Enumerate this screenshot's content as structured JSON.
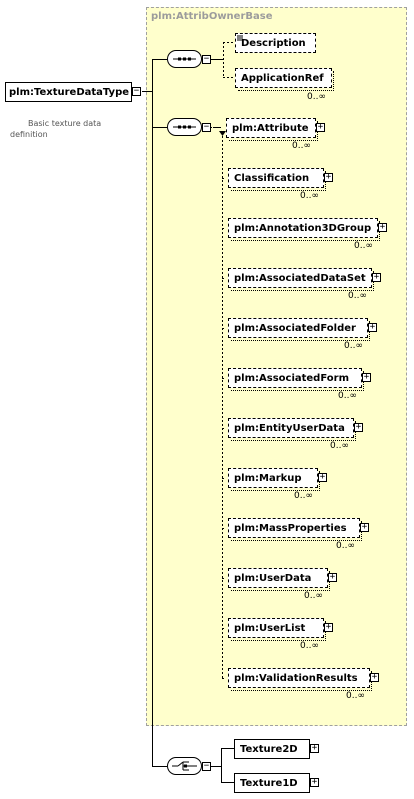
{
  "root": {
    "name": "plm:TextureDataType",
    "doc": [
      "Basic texture data",
      "definition"
    ]
  },
  "base": {
    "title": "plm:AttribOwnerBase"
  },
  "seq1": [
    {
      "label": "Description",
      "occurs": ""
    },
    {
      "label": "ApplicationRef",
      "occurs": "0..∞"
    }
  ],
  "seq2": [
    {
      "label": "plm:Attribute",
      "occurs": "0..∞"
    },
    {
      "label": "Classification",
      "occurs": "0..∞"
    },
    {
      "label": "plm:Annotation3DGroup",
      "occurs": "0..∞"
    },
    {
      "label": "plm:AssociatedDataSet",
      "occurs": "0..∞"
    },
    {
      "label": "plm:AssociatedFolder",
      "occurs": "0..∞"
    },
    {
      "label": "plm:AssociatedForm",
      "occurs": "0..∞"
    },
    {
      "label": "plm:EntityUserData",
      "occurs": "0..∞"
    },
    {
      "label": "plm:Markup",
      "occurs": "0..∞"
    },
    {
      "label": "plm:MassProperties",
      "occurs": "0..∞"
    },
    {
      "label": "plm:UserData",
      "occurs": "0..∞"
    },
    {
      "label": "plm:UserList",
      "occurs": "0..∞"
    },
    {
      "label": "plm:ValidationResults",
      "occurs": "0..∞"
    }
  ],
  "choice": [
    {
      "label": "Texture2D"
    },
    {
      "label": "Texture1D"
    }
  ],
  "icons": {
    "sequence": "sequence-compositor-icon",
    "choice": "choice-compositor-icon",
    "expand": "expand-plus-icon",
    "collapse": "collapse-minus-icon"
  }
}
